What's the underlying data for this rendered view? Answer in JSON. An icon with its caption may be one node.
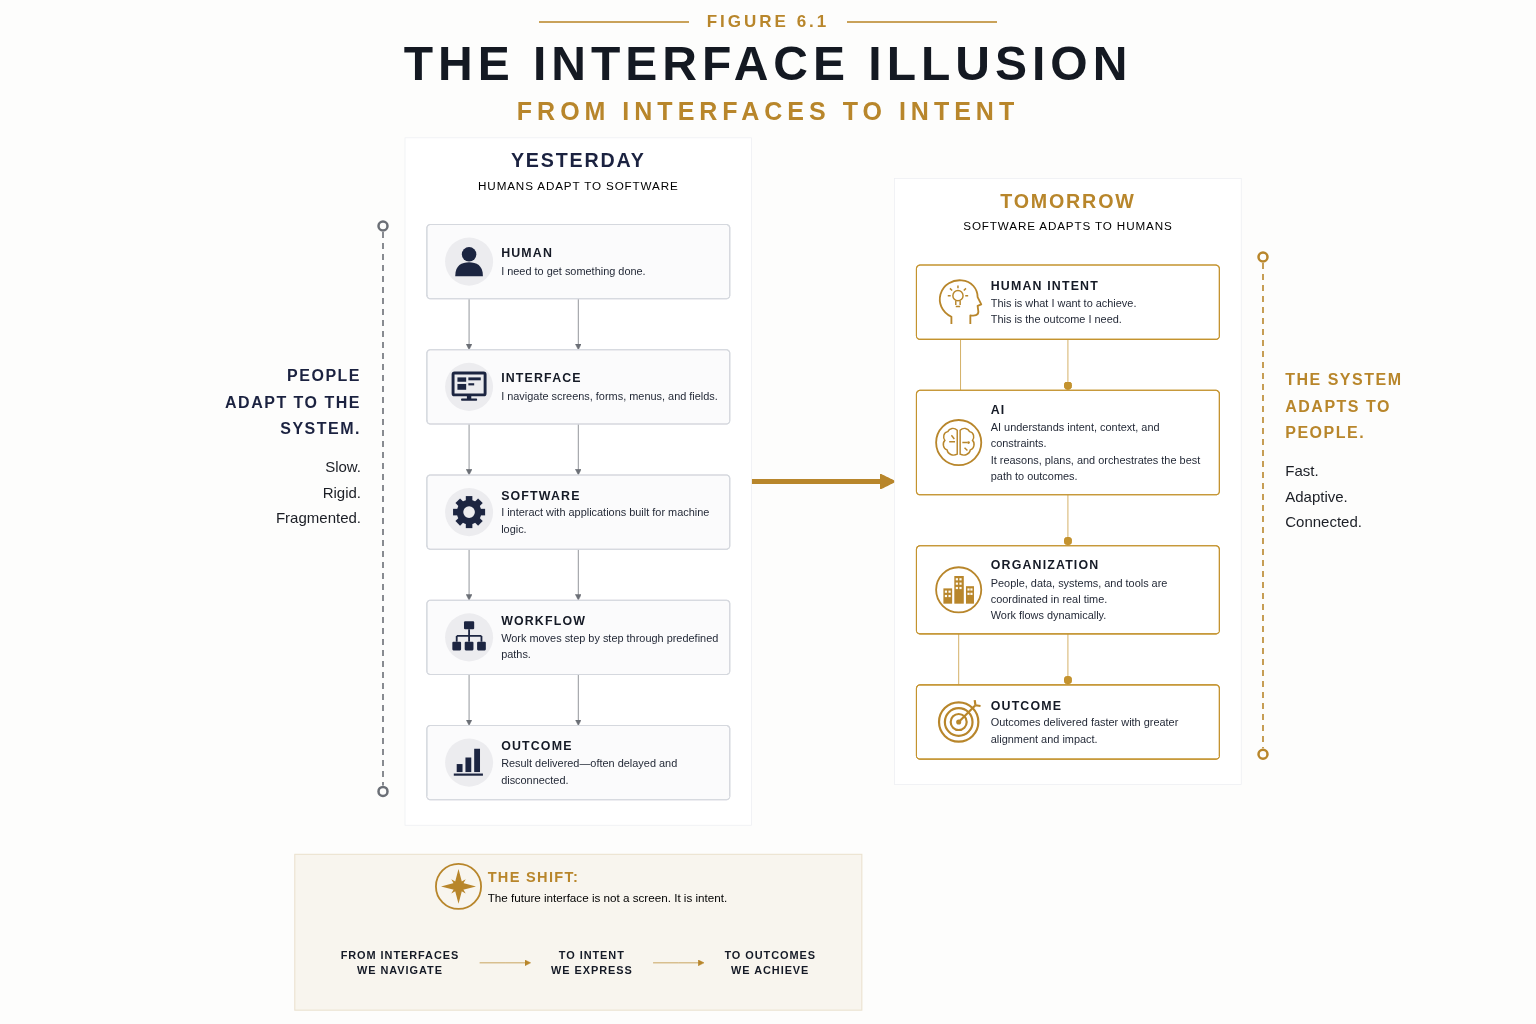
{
  "diagram": {
    "title": "THE INTERFACE ILLUSION",
    "nodes": [
      {
        "text": [
          "YESTERDAY",
          "HUMANS ADAPT TO SOFTWARE"
        ]
      },
      {
        "text": [
          "HUMAN",
          "I need to get something done."
        ],
        "in": 0
      },
      {
        "text": [
          "INTERFACE",
          "I navigate screens, forms, menus, and fields."
        ],
        "in": 0
      },
      {
        "text": [
          "SOFTWARE",
          "I interact with applications built for machine logic."
        ],
        "in": 0
      },
      {
        "text": [
          "WORKFLOW",
          "Work moves step by step through predefined paths."
        ],
        "in": 0
      },
      {
        "text": [
          "OUTCOME",
          "Result delivered—often delayed and disconnected."
        ],
        "in": 0
      },
      {
        "text": [
          "TOMORROW",
          "SOFTWARE ADAPTS TO HUMANS"
        ]
      },
      {
        "text": [
          "HUMAN INTENT",
          "This is what I want to achieve.",
          "This is the outcome I need."
        ],
        "in": 6
      },
      {
        "text": [
          "AI",
          "AI understands intent, context, and constraints.",
          "It reasons, plans, and orchestrates the best path to outcomes."
        ],
        "in": 6
      },
      {
        "text": [
          "ORGANIZATION",
          "People, data, systems, and tools are coordinated in real time.",
          "Work flows dynamically."
        ],
        "in": 6
      },
      {
        "text": [
          "OUTCOME",
          "Outcomes delivered faster with greater alignment and impact."
        ],
        "in": 6
      },
      {
        "text": [
          "THE SHIFT:",
          "The future interface is not a screen. It is intent."
        ]
      },
      {
        "text": [
          "FROM INTERFACES WE NAVIGATE"
        ],
        "in": 11
      },
      {
        "text": [
          "TO INTENT WE EXPRESS"
        ],
        "in": 11
      },
      {
        "text": [
          "TO OUTCOMES WE ACHIEVE"
        ],
        "in": 11
      }
    ],
    "edges": [
      {
        "from": 1,
        "to": 2,
        "arrow": "to"
      },
      {
        "from": 1,
        "to": 2,
        "arrow": "to"
      },
      {
        "from": 2,
        "to": 3,
        "arrow": "to"
      },
      {
        "from": 2,
        "to": 3,
        "arrow": "to"
      },
      {
        "from": 3,
        "to": 4,
        "arrow": "to"
      },
      {
        "from": 3,
        "to": 4,
        "arrow": "to"
      },
      {
        "from": 4,
        "to": 5,
        "arrow": "to"
      },
      {
        "from": 4,
        "to": 5,
        "arrow": "to"
      },
      {
        "from": 0,
        "to": 6,
        "arrow": "to",
        "style": "thick",
        "color": "#b8862b"
      },
      {
        "from": 7,
        "to": 8,
        "arrow": "none",
        "color": "#c4932f"
      },
      {
        "from": 7,
        "to": 8,
        "arrow": "other",
        "color": "#c4932f"
      },
      {
        "from": 8,
        "to": 9,
        "arrow": "other",
        "color": "#c4932f"
      },
      {
        "from": 9,
        "to": 10,
        "arrow": "none",
        "color": "#c4932f"
      },
      {
        "from": 9,
        "to": 10,
        "arrow": "other",
        "color": "#c4932f"
      },
      {
        "from": 12,
        "to": 13,
        "arrow": "to",
        "color": "#b8862b"
      },
      {
        "from": 13,
        "to": 14,
        "arrow": "to",
        "color": "#b8862b"
      }
    ],
    "labels": [
      "FIGURE 6.1",
      "FROM INTERFACES TO INTENT",
      "PEOPLE ADAPT TO THE SYSTEM.",
      "Slow.",
      "Rigid.",
      "Fragmented.",
      "THE SYSTEM ADAPTS TO PEOPLE.",
      "Fast.",
      "Adaptive.",
      "Connected."
    ]
  }
}
